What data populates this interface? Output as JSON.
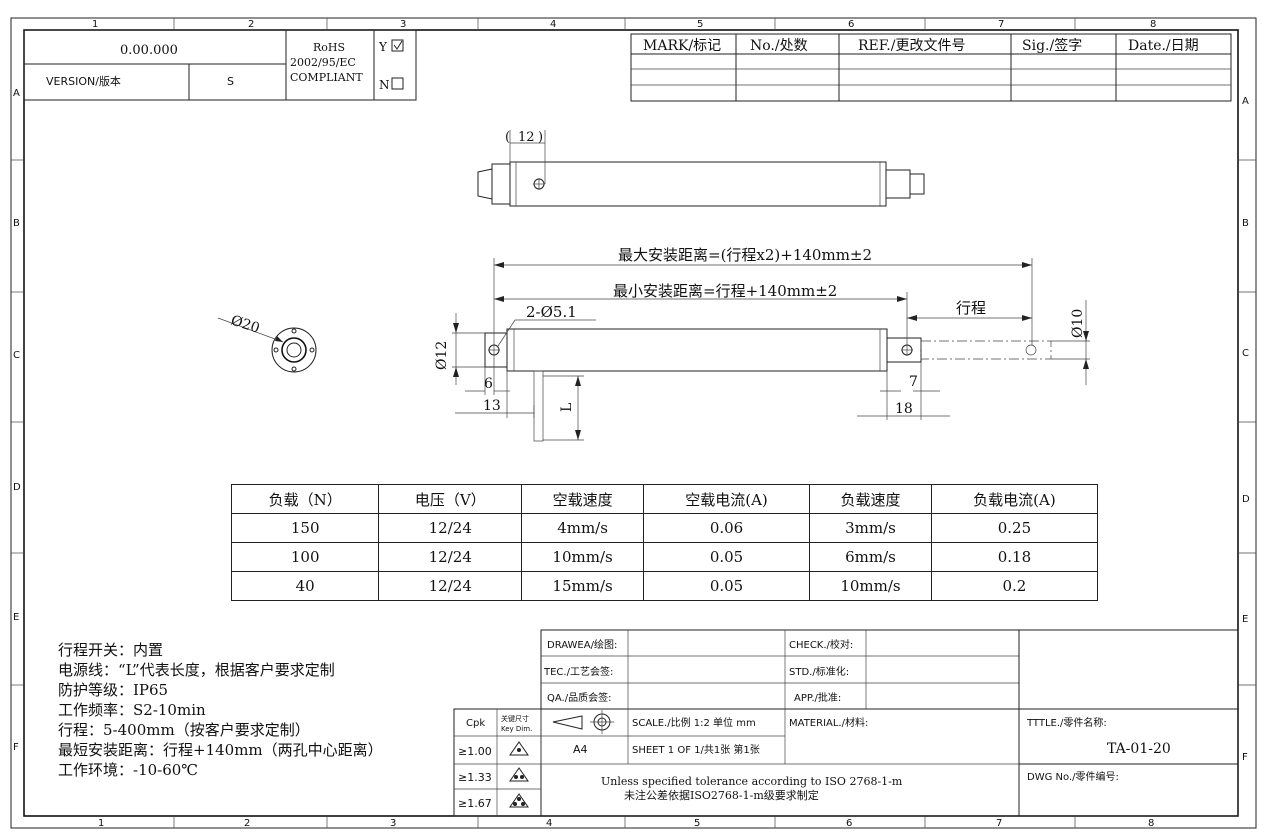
{
  "grid": {
    "columns": [
      "1",
      "2",
      "3",
      "4",
      "5",
      "6",
      "7",
      "8"
    ],
    "rows": [
      "A",
      "B",
      "C",
      "D",
      "E",
      "F"
    ]
  },
  "header": {
    "version_value": "0.00.000",
    "version_label": "VERSION/版本",
    "version_code": "S",
    "rohs_lines": [
      "RoHS",
      "2002/95/EC",
      "COMPLIANT"
    ],
    "yes_label": "Y",
    "no_label": "N",
    "yes_checked": true
  },
  "revision_table": {
    "headers": [
      "MARK/标记",
      "No./处数",
      "REF./更改文件号",
      "Sig./签字",
      "Date./日期"
    ],
    "rows": 3
  },
  "dimensions": {
    "top_width": "12",
    "max_install": "最大安装距离=(行程x2)+140mm±2",
    "min_install": "最小安装距离=行程+140mm±2",
    "stroke": "行程",
    "hole": "2-Ø5.1",
    "dia12": "Ø12",
    "dia10": "Ø10",
    "dia20": "Ø20",
    "d6": "6",
    "d13": "13",
    "dL": "L",
    "d7": "7",
    "d18": "18"
  },
  "spec_table": {
    "headers": [
      "负载（N）",
      "电压（V）",
      "空载速度",
      "空载电流(A)",
      "负载速度",
      "负载电流(A)"
    ],
    "rows": [
      [
        "150",
        "12/24",
        "4mm/s",
        "0.06",
        "3mm/s",
        "0.25"
      ],
      [
        "100",
        "12/24",
        "10mm/s",
        "0.05",
        "6mm/s",
        "0.18"
      ],
      [
        "40",
        "12/24",
        "15mm/s",
        "0.05",
        "10mm/s",
        "0.2"
      ]
    ]
  },
  "notes": [
    "行程开关：内置",
    "电源线：“L”代表长度，根据客户要求定制",
    "防护等级：IP65",
    "工作频率：S2-10min",
    "行程：5-400mm（按客户要求定制）",
    "最短安装距离：行程+140mm（两孔中心距离）",
    "工作环境：-10-60℃"
  ],
  "title_block": {
    "drawea": "DRAWEA/绘图:",
    "tec": "TEC./工艺会签:",
    "qa": "QA./品质会签:",
    "check": "CHECK./校对:",
    "std": "STD./标准化:",
    "app": "APP./批准:",
    "cpk": "Cpk",
    "key_dim": [
      "关键尺寸",
      "Key Dim."
    ],
    "cpk_values": [
      "≥1.00",
      "≥1.33",
      "≥1.67"
    ],
    "sheet_size": "A4",
    "scale": "SCALE./比例  1:2 单位 mm",
    "sheet": "SHEET 1 OF 1/共1张 第1张",
    "material": "MATERIAL./材料:",
    "title_label": "TTTLE./零件名称:",
    "title_value": "TA-01-20",
    "dwg_label": "DWG No./零件编号:",
    "tolerance_en": "Unless specified tolerance according to ISO 2768-1-m",
    "tolerance_cn": "未注公差依据ISO2768-1-m级要求制定"
  }
}
